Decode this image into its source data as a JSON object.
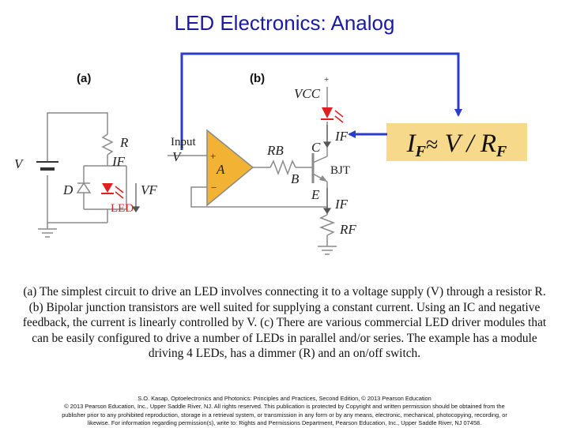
{
  "title": "LED Electronics: Analog",
  "diagram": {
    "panel_a": "(a)",
    "panel_b": "(b)",
    "labels": {
      "V": "V",
      "R": "R",
      "IF_a": "IF",
      "D": "D",
      "VF": "VF",
      "LED": "LED",
      "VCC": "VCC",
      "IF_b": "IF",
      "Input": "Input",
      "V_in": "V",
      "RB": "RB",
      "C": "C",
      "A": "A",
      "B": "B",
      "BJT": "BJT",
      "E": "E",
      "IF_c": "IF",
      "RF": "RF"
    },
    "colors": {
      "wire": "#8a8a8a",
      "opamp": "#f2b233",
      "led": "#e02020",
      "arrow_blue": "#2b3cc8",
      "formula_bg": "#f6d98a"
    }
  },
  "formula": {
    "I": "I",
    "F1": "F",
    "approx": "≈",
    "V": " V ",
    "slash": "/",
    "R": " R",
    "F2": "F"
  },
  "caption": "(a) The simplest circuit to drive an LED involves connecting it to a voltage supply (V) through a resistor R. (b) Bipolar junction transistors are well suited for supplying a constant current. Using an IC and negative feedback, the current is linearly controlled by V. (c) There are various commercial LED driver modules that can be easily configured to drive a number of LEDs in parallel and/or series. The example has a module driving 4 LEDs, has a dimmer (R) and an on/off switch.",
  "footer": [
    "S.O. Kasap, Optoelectronics and Photonics: Principles and Practices, Second Edition, © 2013 Pearson Education",
    "© 2013 Pearson Education, Inc., Upper Saddle River, NJ. All rights reserved. This publication is protected by Copyright and written permission should be obtained from the",
    "publisher prior to any prohibited reproduction, storage in a retrieval system, or transmission in any form or by any means, electronic, mechanical, photocopying, recording, or",
    "likewise. For information regarding permission(s), write to: Rights and Permissions Department, Pearson Education, Inc., Upper Saddle River, NJ 07458."
  ]
}
